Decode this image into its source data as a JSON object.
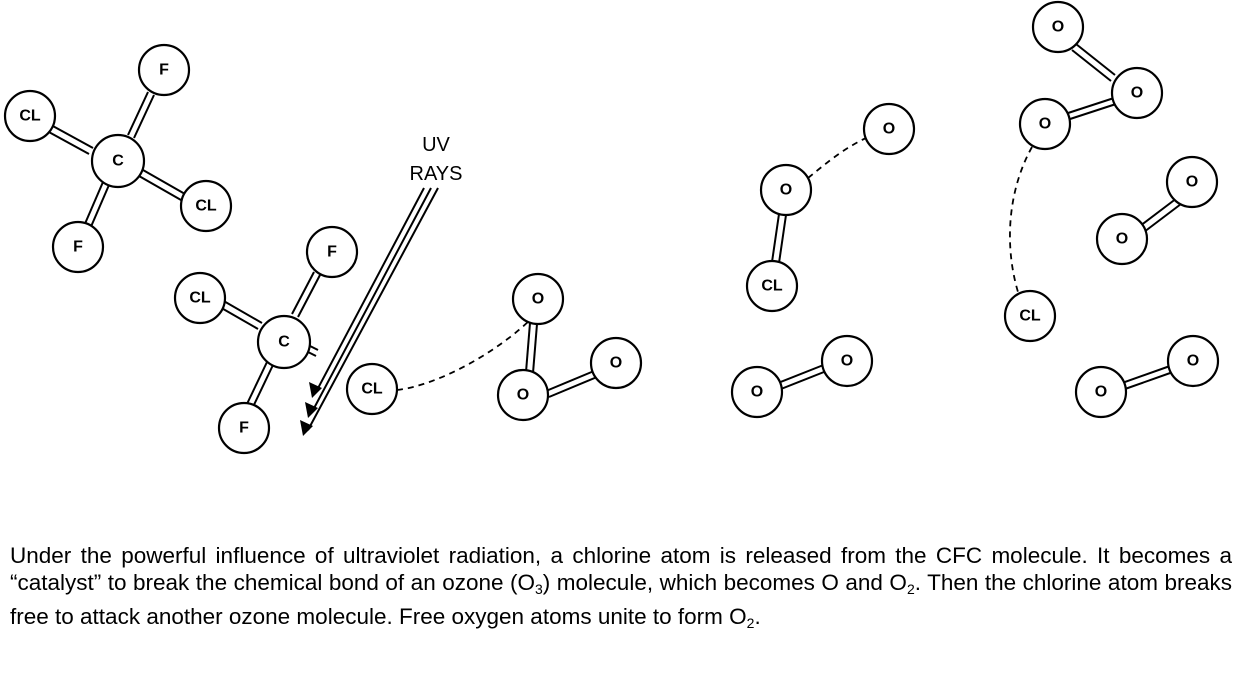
{
  "atom_labels": {
    "cl": "CL",
    "c": "C",
    "f": "F",
    "o": "O"
  },
  "uv": {
    "line1": "UV",
    "line2": "RAYS"
  },
  "caption": {
    "p1": "Under the powerful influence of ultraviolet radiation, a chlorine atom is released from the CFC molecule.  It becomes a “catalyst” to break the chemical bond of an ozone (O",
    "sub1": "3",
    "p2": ") molecule, which becomes O and O",
    "sub2": "2",
    "p3": ".  Then the chlorine atom breaks free to attack another ozone molecule.  Free oxygen atoms unite to form O",
    "sub3": "2",
    "p4": "."
  }
}
